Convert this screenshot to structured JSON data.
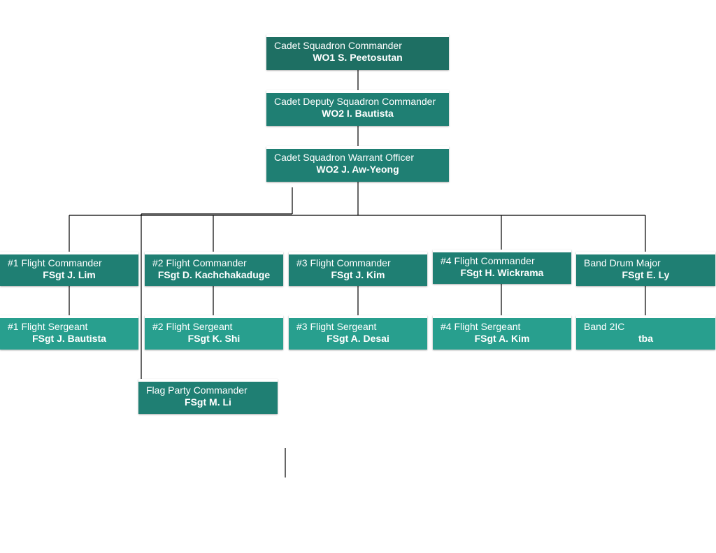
{
  "colors": {
    "commander": "#1e6f63",
    "node": "#1f7f73",
    "sergeant": "#289f8e",
    "connector": "#000000"
  },
  "nodes": [
    {
      "role": "Cadet Squadron Commander",
      "name": "WO1 S. Peetosutan"
    },
    {
      "role": "Cadet Deputy Squadron Commander",
      "name": "WO2 I. Bautista"
    },
    {
      "role": "Cadet Squadron Warrant Officer",
      "name": "WO2 J. Aw-Yeong"
    },
    {
      "role": "#1 Flight Commander",
      "name": "FSgt J. Lim"
    },
    {
      "role": "#2 Flight Commander",
      "name": "FSgt D. Kachchakaduge"
    },
    {
      "role": "#3 Flight Commander",
      "name": "FSgt J. Kim"
    },
    {
      "role": "#4 Flight Commander",
      "name": "FSgt H. Wickrama"
    },
    {
      "role": "Band Drum Major",
      "name": "FSgt E. Ly"
    },
    {
      "role": "#1 Flight Sergeant",
      "name": "FSgt J. Bautista"
    },
    {
      "role": "#2 Flight Sergeant",
      "name": "FSgt K. Shi"
    },
    {
      "role": "#3 Flight Sergeant",
      "name": "FSgt A. Desai"
    },
    {
      "role": "#4 Flight Sergeant",
      "name": "FSgt A. Kim"
    },
    {
      "role": "Band 2IC",
      "name": "tba"
    },
    {
      "role": "Flag Party Commander",
      "name": "FSgt M. Li"
    }
  ]
}
